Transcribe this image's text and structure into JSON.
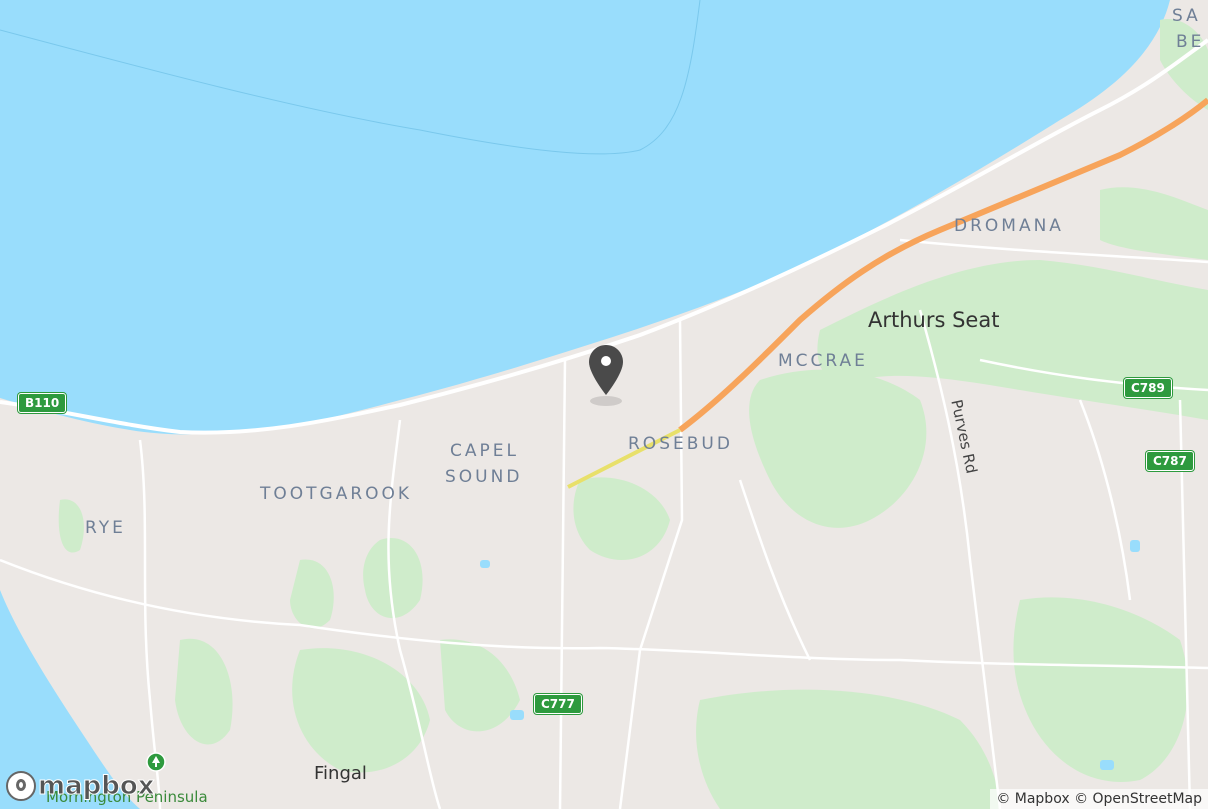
{
  "map": {
    "labels": {
      "sa": "SA",
      "be": "BE",
      "dromana": "DROMANA",
      "arthurs_seat": "Arthurs Seat",
      "mccrae": "MCCRAE",
      "rosebud": "ROSEBUD",
      "capel": "CAPEL",
      "sound": "SOUND",
      "tootgarook": "TOOTGAROOK",
      "rye": "RYE",
      "fingal": "Fingal",
      "mornington_peninsula": "Mornington Peninsula",
      "purves_rd": "Purves Rd"
    },
    "shields": {
      "b110": "B110",
      "c789": "C789",
      "c787": "C787",
      "c777": "C777"
    },
    "attribution": "© Mapbox © OpenStreetMap",
    "logo_text": "mapbox",
    "colors": {
      "water": "#99ddfc",
      "land": "#ece8e5",
      "park": "#cfeccb",
      "motorway": "#f7a45b",
      "marker": "#4a4a4a",
      "shield": "#2e9a3e"
    },
    "marker_icon": "location-pin-icon",
    "park_icon": "tree-icon"
  }
}
